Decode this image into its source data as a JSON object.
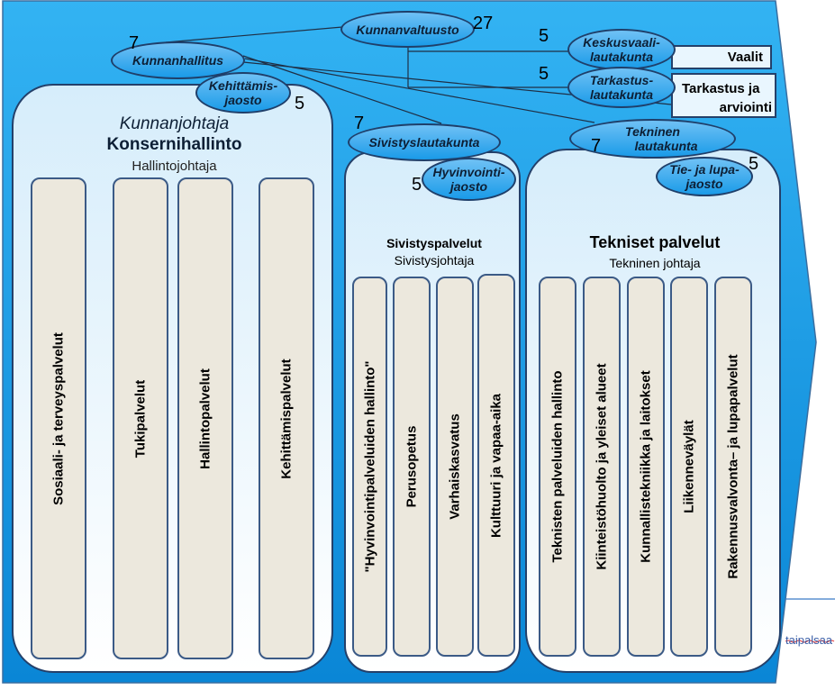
{
  "colors": {
    "frame_blue": "#15a0ec",
    "section_fill": "#d6edfb",
    "column_fill": "#ece8dd",
    "ellipse_blue": "#2aa6ee",
    "border": "#24406a"
  },
  "council": {
    "label": "Kunnanvaltuusto",
    "count": "27"
  },
  "board": {
    "label": "Kunnanhallitus",
    "count": "7"
  },
  "dev_section": {
    "label_1": "Kehittämis-",
    "label_2": "jaosto",
    "count": "5"
  },
  "election_board": {
    "label_1": "Keskusvaali-",
    "label_2": "lautakunta",
    "count": "5",
    "box_label": "Vaalit"
  },
  "audit_board": {
    "label_1": "Tarkastus-",
    "label_2": "lautakunta",
    "count": "5",
    "box_label_1": "Tarkastus ja",
    "box_label_2": "arviointi"
  },
  "education_board": {
    "label": "Sivistyslautakunta",
    "count": "7"
  },
  "welfare_section": {
    "label_1": "Hyvinvointi-",
    "label_2": "jaosto",
    "count": "5"
  },
  "technical_board": {
    "label_1": "Tekninen",
    "label_2": "lautakunta",
    "count": "7"
  },
  "road_section": {
    "label_1": "Tie- ja lupa-",
    "label_2": "jaosto",
    "count": "5"
  },
  "group_admin": {
    "role": "Kunnanjohtaja",
    "title": "Konsernihallinto",
    "subtitle": "Hallintojohtaja",
    "columns": [
      "Sosiaali- ja terveyspalvelut",
      "Tukipalvelut",
      "Hallintopalvelut",
      "Kehittämispalvelut"
    ]
  },
  "education_services": {
    "title": "Sivistyspalvelut",
    "subtitle": "Sivistysjohtaja",
    "columns": [
      "\"Hyvinvointipalveluiden  hallinto\"",
      "Perusopetus",
      "Varhaiskasvatus",
      "Kulttuuri ja vapaa-aika"
    ]
  },
  "technical_services": {
    "title": "Tekniset palvelut",
    "subtitle": "Tekninen  johtaja",
    "columns": [
      "Teknisten palveluiden hallinto",
      "Kiinteistöhuolto  ja yleiset alueet",
      "Kunnallistekniikka  ja laitokset",
      "Liikenneväylät",
      "Rakennusvalvonta– ja lupapalvelut"
    ]
  },
  "edge_text": "taipalsaa"
}
